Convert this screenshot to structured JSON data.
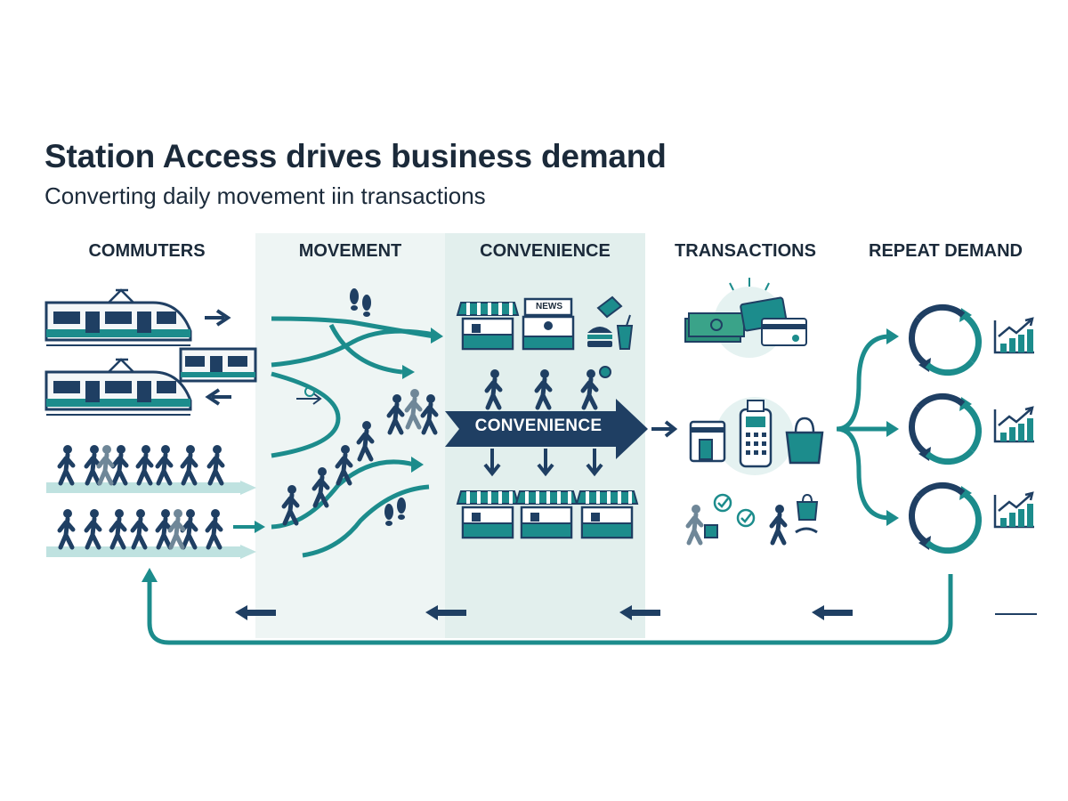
{
  "header": {
    "title": "Station Access drives business demand",
    "subtitle": "Converting daily movement iin transactions"
  },
  "columns": [
    {
      "label": "COMMUTERS"
    },
    {
      "label": "MOVEMENT"
    },
    {
      "label": "CONVENIENCE"
    },
    {
      "label": "TRANSACTIONS"
    },
    {
      "label": "REPEAT DEMAND"
    }
  ],
  "convenience": {
    "banner_label": "CONVENIENCE",
    "news_sign": "NEWS"
  },
  "colors": {
    "navy": "#1f3f63",
    "teal": "#1c8c8c",
    "light_teal": "#bfe2e0",
    "band": "#eef5f4",
    "text": "#1b2a3a"
  },
  "icons": {
    "commuters": [
      "train-icon",
      "train-icon",
      "train-icon",
      "walking-crowd-icon"
    ],
    "movement": [
      "footprints-icon",
      "pedestrian-icon"
    ],
    "convenience": [
      "market-stall-icon",
      "newsstand-icon",
      "coffee-icon",
      "burger-icon",
      "drink-icon",
      "shop-icon"
    ],
    "transactions": [
      "cash-icon",
      "credit-card-icon",
      "card-reader-icon",
      "payment-terminal-icon",
      "shopping-bag-icon",
      "checkmark-icon"
    ],
    "repeat_demand": [
      "cycle-arrows-icon",
      "growth-chart-icon"
    ]
  }
}
